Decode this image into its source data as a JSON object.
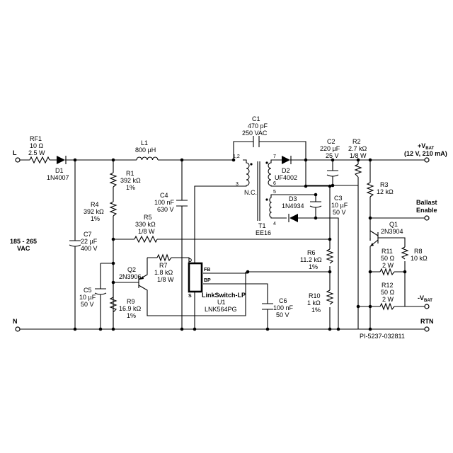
{
  "terminals": {
    "l": "L",
    "n": "N",
    "vbat_plus_prefix": "+V",
    "vbat_plus_sub": "BAT",
    "vbat_plus_spec": "(12 V, 210 mA)",
    "ballast_enable_1": "Ballast",
    "ballast_enable_2": "Enable",
    "vbat_minus_prefix": "-V",
    "vbat_minus_sub": "BAT",
    "rtn": "RTN"
  },
  "input_voltage": {
    "line1": "185 - 265",
    "line2": "VAC"
  },
  "components": {
    "rf1": {
      "ref": "RF1",
      "value": "10 Ω",
      "rating": "2.5 W"
    },
    "d1": {
      "ref": "D1",
      "part": "1N4007"
    },
    "l1": {
      "ref": "L1",
      "value": "800 µH"
    },
    "r1": {
      "ref": "R1",
      "value": "392 kΩ",
      "tol": "1%"
    },
    "r4": {
      "ref": "R4",
      "value": "392 kΩ",
      "tol": "1%"
    },
    "c7": {
      "ref": "C7",
      "value": "22 µF",
      "rating": "400 V"
    },
    "c4": {
      "ref": "C4",
      "value": "100 nF",
      "rating": "630 V"
    },
    "r5": {
      "ref": "R5",
      "value": "330 kΩ",
      "rating": "1/8 W"
    },
    "c1": {
      "ref": "C1",
      "value": "470 pF",
      "rating": "250 VAC"
    },
    "t1": {
      "ref": "T1",
      "core": "EE16",
      "nc": "N.C.",
      "pin12": "1,2",
      "pin3": "3",
      "pin5": "5",
      "pin4": "4",
      "pin6": "6",
      "pin7": "7"
    },
    "d2": {
      "ref": "D2",
      "part": "UF4002"
    },
    "d3": {
      "ref": "D3",
      "part": "1N4934"
    },
    "c3": {
      "ref": "C3",
      "value": "10 µF",
      "rating": "50 V"
    },
    "c2": {
      "ref": "C2",
      "value": "220 µF",
      "rating": "25 V"
    },
    "r2": {
      "ref": "R2",
      "value": "2.7 kΩ",
      "rating": "1/8 W"
    },
    "r3": {
      "ref": "R3",
      "value": "12 kΩ"
    },
    "q1": {
      "ref": "Q1",
      "part": "2N3904"
    },
    "r11": {
      "ref": "R11",
      "value": "50 Ω",
      "rating": "2 W"
    },
    "r8": {
      "ref": "R8",
      "value": "10 kΩ"
    },
    "r12": {
      "ref": "R12",
      "value": "50 Ω",
      "rating": "2 W"
    },
    "r6": {
      "ref": "R6",
      "value": "11.2 kΩ",
      "tol": "1%"
    },
    "r10": {
      "ref": "R10",
      "value": "1 kΩ",
      "tol": "1%"
    },
    "q2": {
      "ref": "Q2",
      "part": "2N3906"
    },
    "r7": {
      "ref": "R7",
      "value": "1.8 kΩ",
      "rating": "1/8 W"
    },
    "c5": {
      "ref": "C5",
      "value": "10 µF",
      "rating": "50 V"
    },
    "r9": {
      "ref": "R9",
      "value": "16.9 kΩ",
      "tol": "1%"
    },
    "u1": {
      "ref": "U1",
      "name": "LinkSwitch-LP",
      "part": "LNK564PG",
      "pin_d": "D",
      "pin_s": "S",
      "pin_fb": "FB",
      "pin_bp": "BP"
    },
    "c6": {
      "ref": "C6",
      "value": "100 nF",
      "rating": "50 V"
    }
  },
  "drawing_id": "PI-5237-032811"
}
